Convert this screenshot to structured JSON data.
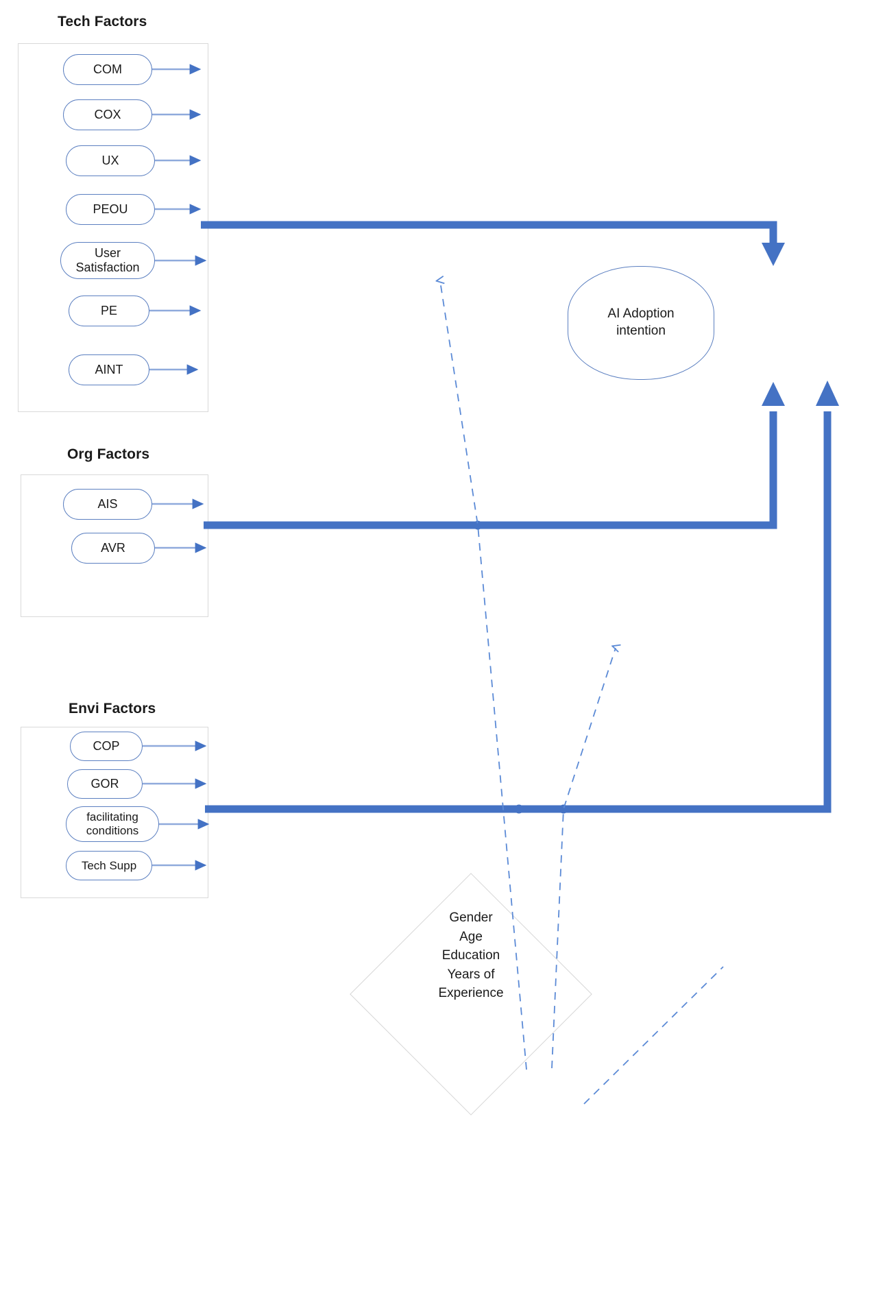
{
  "diagram": {
    "title_color": "#1a1a1a",
    "accent_color": "#4472c4",
    "node_border_color": "#5b7fc0",
    "group_border_color": "#d9d9d9",
    "groups": [
      {
        "id": "tech",
        "title": "Tech Factors",
        "nodes": [
          {
            "label": "COM"
          },
          {
            "label": "COX"
          },
          {
            "label": "UX"
          },
          {
            "label": "PEOU"
          },
          {
            "label": "User\nSatisfaction"
          },
          {
            "label": "PE"
          },
          {
            "label": "AINT"
          }
        ]
      },
      {
        "id": "org",
        "title": "Org Factors",
        "nodes": [
          {
            "label": "AIS"
          },
          {
            "label": "AVR"
          }
        ]
      },
      {
        "id": "envi",
        "title": "Envi Factors",
        "nodes": [
          {
            "label": "COP"
          },
          {
            "label": "GOR"
          },
          {
            "label": "facilitating\nconditions"
          },
          {
            "label": "Tech Supp"
          }
        ]
      }
    ],
    "outcome": {
      "label": "AI Adoption\nintention"
    },
    "moderator": {
      "label": "Gender\nAge\nEducation\nYears of\nExperience"
    }
  }
}
